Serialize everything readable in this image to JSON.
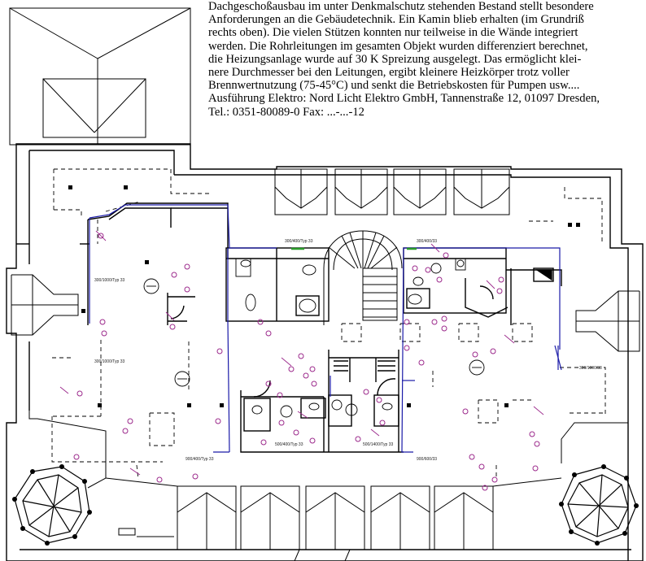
{
  "description": {
    "lines": [
      "Dachgeschoßausbau im unter Denkmalschutz stehenden Bestand stellt besondere",
      "Anforderungen an die Gebäudetechnik. Ein Kamin blieb erhalten (im Grundriß",
      "rechts oben). Die vielen Stützen konnten nur teilweise in die Wände integriert",
      "werden. Die Rohrleitungen im gesamten Objekt wurden differenziert berechnet,",
      "die Heizungsanlage wurde auf 30 K Spreizung ausgelegt. Das ermöglicht klei-",
      "nere Durchmesser bei den Leitungen, ergibt kleinere Heizkörper trotz voller",
      "Brennwertnutzung (75-45°C) und senkt die Betriebskosten für Pumpen usw....",
      "Ausführung Elektro: Nord Licht Elektro GmbH, Tannenstraße 12, 01097 Dresden,",
      "Tel.: 0351-80089-0    Fax: ...-...-12"
    ]
  },
  "plan_labels": {
    "radiator_left_upper": "300/1000/Typ 33",
    "radiator_left_lower": "300/1000/Typ 33",
    "radiator_right": "300/1000/33",
    "radiator_top_left": "300/400/Typ 33",
    "radiator_top_right": "300/400/33",
    "radiator_bottom_left": "900/400/Typ 33",
    "radiator_bottom_mid": "500/1400/Typ 33",
    "radiator_bottom_right": "900/600/33",
    "radiator_stair": "500/400/Typ 33"
  },
  "colors": {
    "walls": "#000000",
    "heating_pipes": "#1a1aa8",
    "electrical": "#9c2a8c",
    "water": "#2a9c2a"
  }
}
